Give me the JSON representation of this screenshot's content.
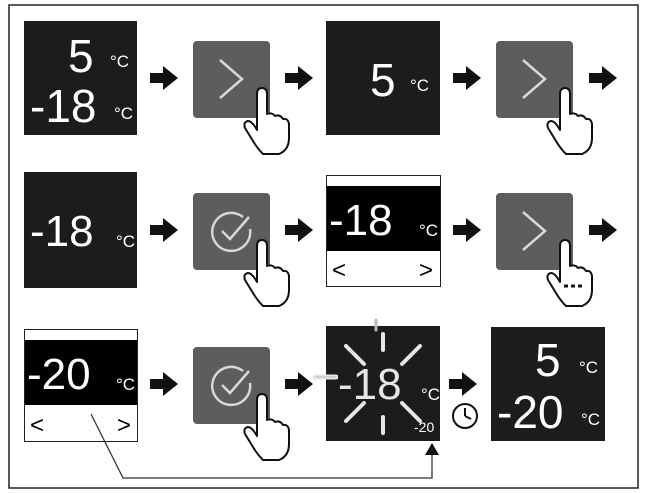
{
  "diagram": {
    "display1": {
      "fridge_temp": "5",
      "freezer_temp": "-18",
      "unit": "°C"
    },
    "display2": {
      "temp": "5",
      "unit": "°C"
    },
    "display3": {
      "temp": "-18",
      "unit": "°C"
    },
    "lcd1": {
      "temp": "-18",
      "unit": "°C",
      "left_arrow": "<",
      "right_arrow": ">"
    },
    "lcd2": {
      "temp": "-20",
      "unit": "°C",
      "left_arrow": "<",
      "right_arrow": ">"
    },
    "blink_display": {
      "temp": "-18",
      "unit": "°C",
      "target": "-20"
    },
    "final_display": {
      "fridge_temp": "5",
      "freezer_temp": "-20",
      "unit": "°C"
    },
    "icons": {
      "next": "chevron-right-icon",
      "confirm": "check-circle-icon",
      "press": "hand-press-icon",
      "press_hold": "hand-press-hold-icon",
      "timer": "clock-icon",
      "flow": "arrow-right-icon"
    },
    "colors": {
      "display_bg": "#1c1c1c",
      "button_bg": "#5d5d5d",
      "text": "#ffffff",
      "blink": "#e6e6e6"
    }
  }
}
